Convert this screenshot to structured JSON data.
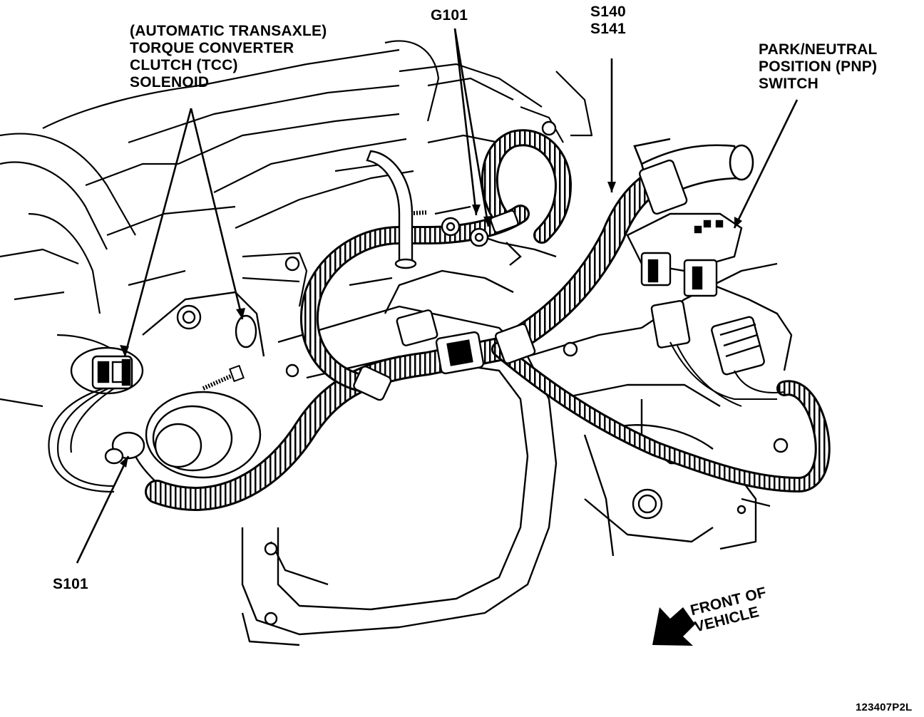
{
  "labels": {
    "tcc": {
      "line1": "(AUTOMATIC TRANSAXLE)",
      "line2": "TORQUE CONVERTER",
      "line3": "CLUTCH (TCC)",
      "line4": "SOLENOID"
    },
    "g101": "G101",
    "s140_s141": {
      "line1": "S140",
      "line2": "S141"
    },
    "pnp": {
      "line1": "PARK/NEUTRAL",
      "line2": "POSITION (PNP)",
      "line3": "SWITCH"
    },
    "s101": "S101",
    "front": {
      "line1": "FRONT OF",
      "line2": "VEHICLE"
    },
    "figure_code": "123407P2L"
  },
  "icons": {
    "direction_arrow": "left-down-arrow-icon"
  }
}
